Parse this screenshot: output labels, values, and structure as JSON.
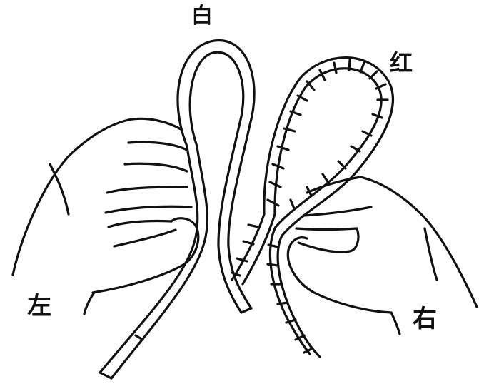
{
  "labels": {
    "top": "白",
    "red": "红",
    "left": "左",
    "right": "右"
  },
  "colors": {
    "ink": "#111111",
    "paper": "#ffffff"
  }
}
